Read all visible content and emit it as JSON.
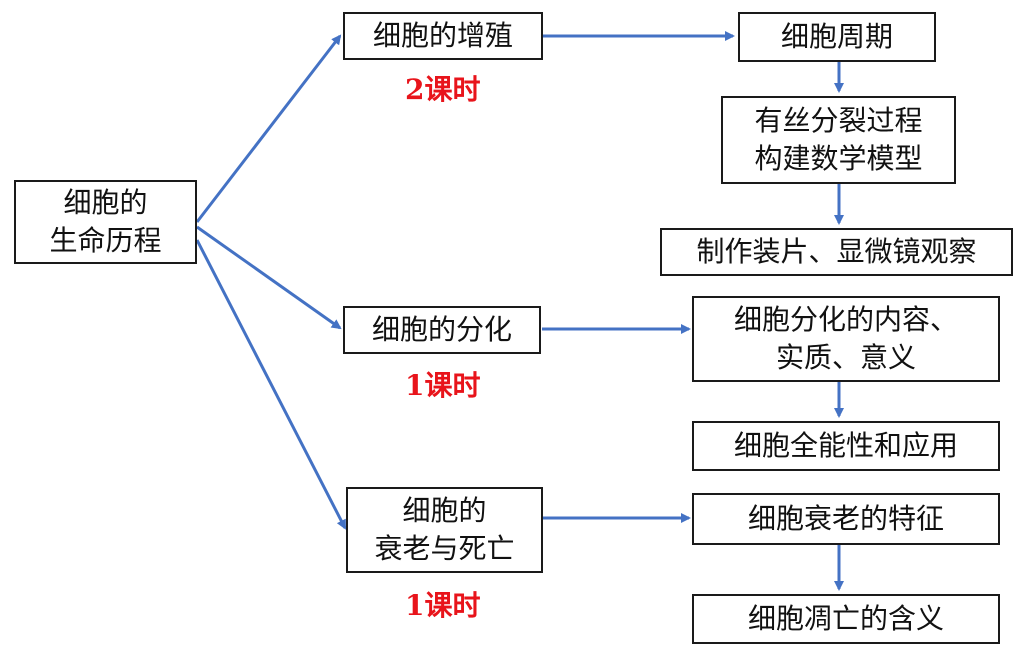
{
  "root": {
    "label": "细胞的\n生命历程"
  },
  "branches": [
    {
      "label": "细胞的增殖",
      "hours": "2课时"
    },
    {
      "label": "细胞的分化",
      "hours": "1课时"
    },
    {
      "label": "细胞的\n衰老与死亡",
      "hours": "1课时"
    }
  ],
  "details": {
    "proliferation": [
      "细胞周期",
      "有丝分裂过程\n构建数学模型",
      "制作装片、显微镜观察"
    ],
    "differentiation": [
      "细胞分化的内容、\n实质、意义",
      "细胞全能性和应用"
    ],
    "aging": [
      "细胞衰老的特征",
      "细胞凋亡的含义"
    ]
  },
  "colors": {
    "arrow": "#4472c4",
    "hours": "#e8141b",
    "border": "#1a1a1a"
  }
}
